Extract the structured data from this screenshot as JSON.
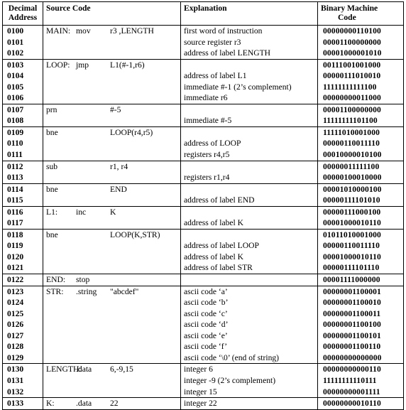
{
  "header": {
    "address": [
      "Decimal",
      "Address"
    ],
    "source": "Source Code",
    "explanation": "Explanation",
    "binary": [
      "Binary Machine",
      "Code"
    ]
  },
  "groups": [
    {
      "source": {
        "label": "MAIN:",
        "op": "mov",
        "operands": "r3 ,LENGTH"
      },
      "rows": [
        {
          "address": "0100",
          "explanation": "first word of instruction",
          "binary": "00000000110100"
        },
        {
          "address": "0101",
          "explanation": "source register r3",
          "binary": "00001100000000"
        },
        {
          "address": "0102",
          "explanation": "address of label LENGTH",
          "binary": "00001000001010"
        }
      ]
    },
    {
      "source": {
        "label": "LOOP:",
        "op": "jmp",
        "operands": "L1(#-1,r6)"
      },
      "rows": [
        {
          "address": "0103",
          "explanation": "",
          "binary": "00111001001000"
        },
        {
          "address": "0104",
          "explanation": "address of label L1",
          "binary": "00000111010010"
        },
        {
          "address": "0105",
          "explanation": "immediate #-1 (2’s complement)",
          "binary": "11111111111100"
        },
        {
          "address": "0106",
          "explanation": "immediate r6",
          "binary": "00000000011000"
        }
      ]
    },
    {
      "source": {
        "label": "prn",
        "op": "",
        "operands": "#-5"
      },
      "rows": [
        {
          "address": "0107",
          "explanation": "",
          "binary": "00001100000000"
        },
        {
          "address": "0108",
          "explanation": "immediate #-5",
          "binary": "11111111101100"
        }
      ]
    },
    {
      "source": {
        "label": "bne",
        "op": "",
        "operands": "LOOP(r4,r5)"
      },
      "rows": [
        {
          "address": "0109",
          "explanation": "",
          "binary": "11111010001000"
        },
        {
          "address": "0110",
          "explanation": "address of LOOP",
          "binary": "00000110011110"
        },
        {
          "address": "0111",
          "explanation": "registers r4,r5",
          "binary": "00010000010100"
        }
      ]
    },
    {
      "source": {
        "label": "sub",
        "op": "",
        "operands": "r1, r4"
      },
      "rows": [
        {
          "address": "0112",
          "explanation": "",
          "binary": "00000011111100"
        },
        {
          "address": "0113",
          "explanation": "registers r1,r4",
          "binary": "00000100010000"
        }
      ]
    },
    {
      "source": {
        "label": "bne",
        "op": "",
        "operands": "END"
      },
      "rows": [
        {
          "address": "0114",
          "explanation": "",
          "binary": "00001010000100"
        },
        {
          "address": "0115",
          "explanation": "address of label END",
          "binary": "00000111101010"
        }
      ]
    },
    {
      "source": {
        "label": "L1:",
        "op": "inc",
        "operands": "K"
      },
      "rows": [
        {
          "address": "0116",
          "explanation": "",
          "binary": "00000111000100"
        },
        {
          "address": "0117",
          "explanation": "address of label K",
          "binary": "00001000010110"
        }
      ]
    },
    {
      "source": {
        "label": "bne",
        "op": "",
        "operands": "LOOP(K,STR)"
      },
      "rows": [
        {
          "address": "0118",
          "explanation": "",
          "binary": "01011010001000"
        },
        {
          "address": "0119",
          "explanation": "address of label LOOP",
          "binary": "00000110011110"
        },
        {
          "address": "0120",
          "explanation": "address of label K",
          "binary": "00001000010110"
        },
        {
          "address": "0121",
          "explanation": "address of label STR",
          "binary": "00000111101110"
        }
      ]
    },
    {
      "source": {
        "label": "END:",
        "op": "stop",
        "operands": ""
      },
      "rows": [
        {
          "address": "0122",
          "explanation": "",
          "binary": "00001111000000"
        }
      ]
    },
    {
      "source": {
        "label": "STR:",
        "op": ".string",
        "operands": "\"abcdef\""
      },
      "rows": [
        {
          "address": "0123",
          "explanation": "ascii code ‘a’",
          "binary": "00000001100001"
        },
        {
          "address": "0124",
          "explanation": "ascii code ‘b’",
          "binary": "00000001100010"
        },
        {
          "address": "0125",
          "explanation": "ascii code ‘c’",
          "binary": "00000001100011"
        },
        {
          "address": "0126",
          "explanation": "ascii code ‘d’",
          "binary": "00000001100100"
        },
        {
          "address": "0127",
          "explanation": "ascii code ‘e’",
          "binary": "00000001100101"
        },
        {
          "address": "0128",
          "explanation": "ascii code ‘f’",
          "binary": "00000001100110"
        },
        {
          "address": "0129",
          "explanation": "ascii code ‘\\0’ (end of string)",
          "binary": "00000000000000"
        }
      ]
    },
    {
      "source": {
        "label": "LENGTH:",
        "op": ".data",
        "operands": "6,-9,15"
      },
      "rows": [
        {
          "address": "0130",
          "explanation": "integer 6",
          "binary": "00000000000110"
        },
        {
          "address": "0131",
          "explanation": "integer -9 (2’s complement)",
          "binary": "11111111110111"
        },
        {
          "address": "0132",
          "explanation": "integer 15",
          "binary": "00000000001111"
        }
      ]
    },
    {
      "source": {
        "label": "K:",
        "op": ".data",
        "operands": "22"
      },
      "rows": [
        {
          "address": "0133",
          "explanation": "integer 22",
          "binary": "00000000010110"
        }
      ]
    }
  ]
}
